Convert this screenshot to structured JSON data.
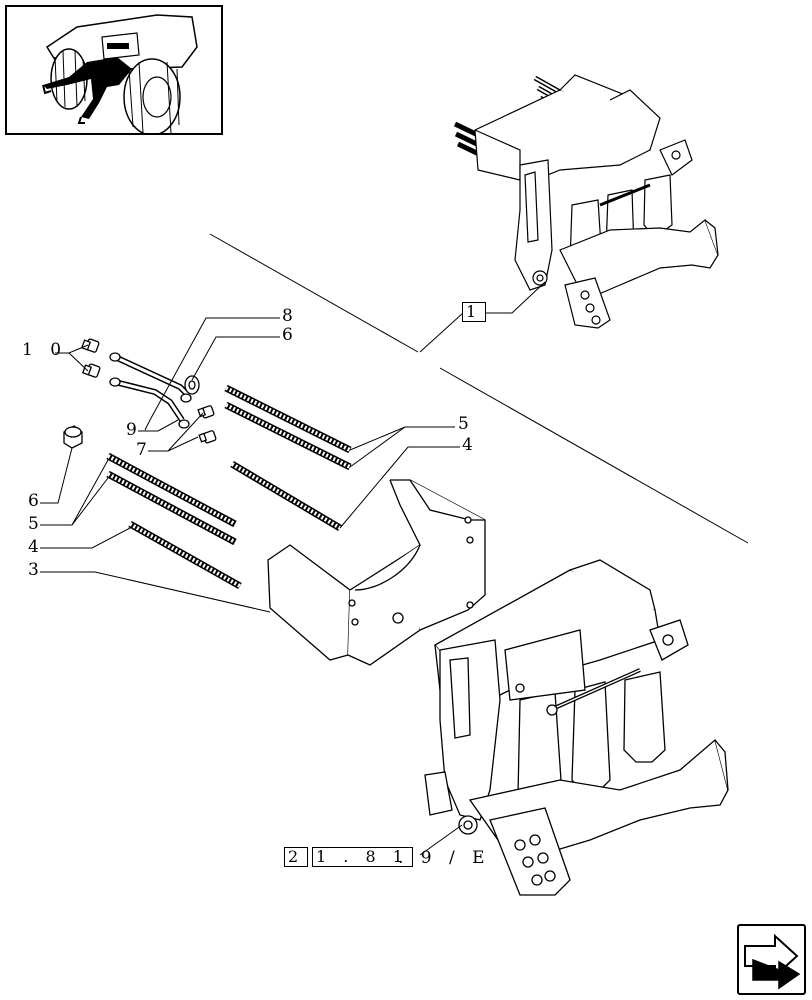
{
  "thumbnail": {
    "icon": "tractor-location-icon"
  },
  "callouts": {
    "c1": "1",
    "c3": "3",
    "c4a": "4",
    "c4b": "4",
    "c5a": "5",
    "c5b": "5",
    "c6a": "6",
    "c6b": "6",
    "c7": "7",
    "c8": "8",
    "c9": "9",
    "c10": "1 0"
  },
  "references": {
    "ref1": {
      "box": "1"
    },
    "ref2": {
      "box_a": "2",
      "box_b": "1 . 8 1",
      "suffix": ". 9 / E"
    }
  },
  "nav": {
    "icon": "next-page-arrow-icon"
  },
  "colors": {
    "line": "#000000",
    "fill": "#ffffff",
    "dark": "#111111"
  }
}
